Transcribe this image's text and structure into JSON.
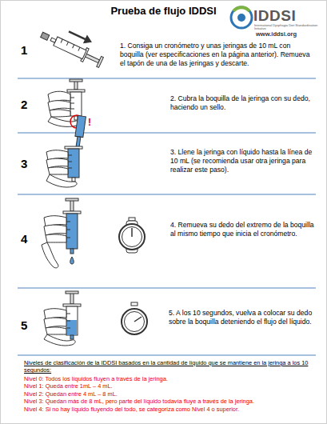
{
  "diagram": {
    "title": "Prueba de flujo IDDSI",
    "labels": [
      "IDDSI",
      "International Dysphagia Diet Standardisation Initiative",
      "www.iddsi.org",
      "1",
      "1. Consiga un cronómetro y unas jeringas de 10 mL con boquilla (ver especificaciones en la página anterior). Remueva el tapón de una de las jeringas y descarte.",
      "2",
      "2. Cubra la boquilla de la jeringa con su dedo, haciendo un sello.",
      "!",
      "3",
      "3. Llene la jeringa con líquido hasta la línea de 10 mL (se recomienda usar otra jeringa para realizar este paso).",
      "4",
      "4. Remueva su dedo del extremo de la boquilla al mismo tiempo que inicia el cronómetro.",
      "5",
      "5. A los 10 segundos, vuelva a colocar su dedo sobre la boquilla deteniendo el flujo del líquido.",
      "Niveles de clasificación de la IDDSI basados en la cantidad de líquido que se mantiene en la jeringa a los 10 segundos:",
      "Nivel 0: Todos los líquidos fluyen a través de la jeringa.",
      "Nivel 1: Queda entre 1mL – 4 mL.",
      "Nivel 2: Quedan entre 4 mL – 8 mL.",
      "Nivel 3: Quedan más de 8 mL, pero parte del líquido todavía fluye a través de la jeringa.",
      "Nivel 4: Si no hay líquido fluyendo del todo, se categoriza como Nivel 4 o superior."
    ]
  }
}
